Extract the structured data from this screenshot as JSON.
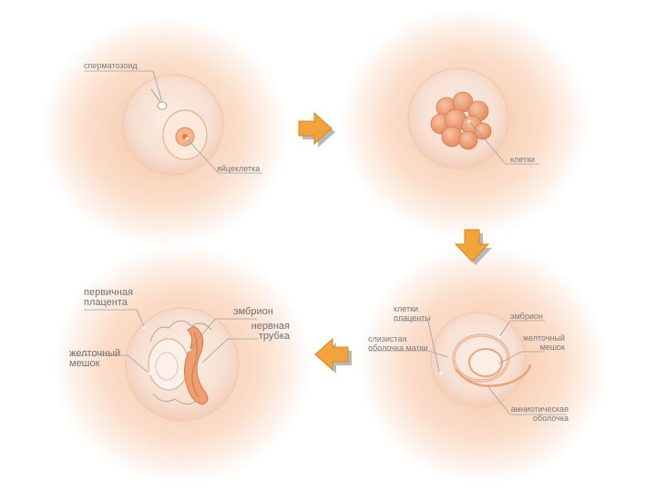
{
  "panel1": {
    "sperm_label": "сперматозоид",
    "egg_label": "яйцеклетка"
  },
  "panel2": {
    "cells_label": "клетки"
  },
  "panel3": {
    "placenta_cells_label": "клетки плаценты",
    "mucous_label": "слизистая оболочка матки",
    "embryo_label": "эмбрион",
    "yolk_sac_label": "желточный мешок",
    "amniotic_label": "амниотическая оболочка"
  },
  "panel4": {
    "primary_placenta_label": "первичная плацента",
    "embryo_label": "эмбрион",
    "neural_tube_label": "нервная трубка",
    "yolk_sac_label": "желточный мешок"
  },
  "colors": {
    "glow": "#f9d3b8",
    "sphere": "#f7e2d5",
    "cell": "#f0a57e",
    "cell_dark": "#e28a5c",
    "arrow": "#f2a33a",
    "arrow_shadow": "#b9b9b9",
    "leader": "#9a9a9a"
  }
}
